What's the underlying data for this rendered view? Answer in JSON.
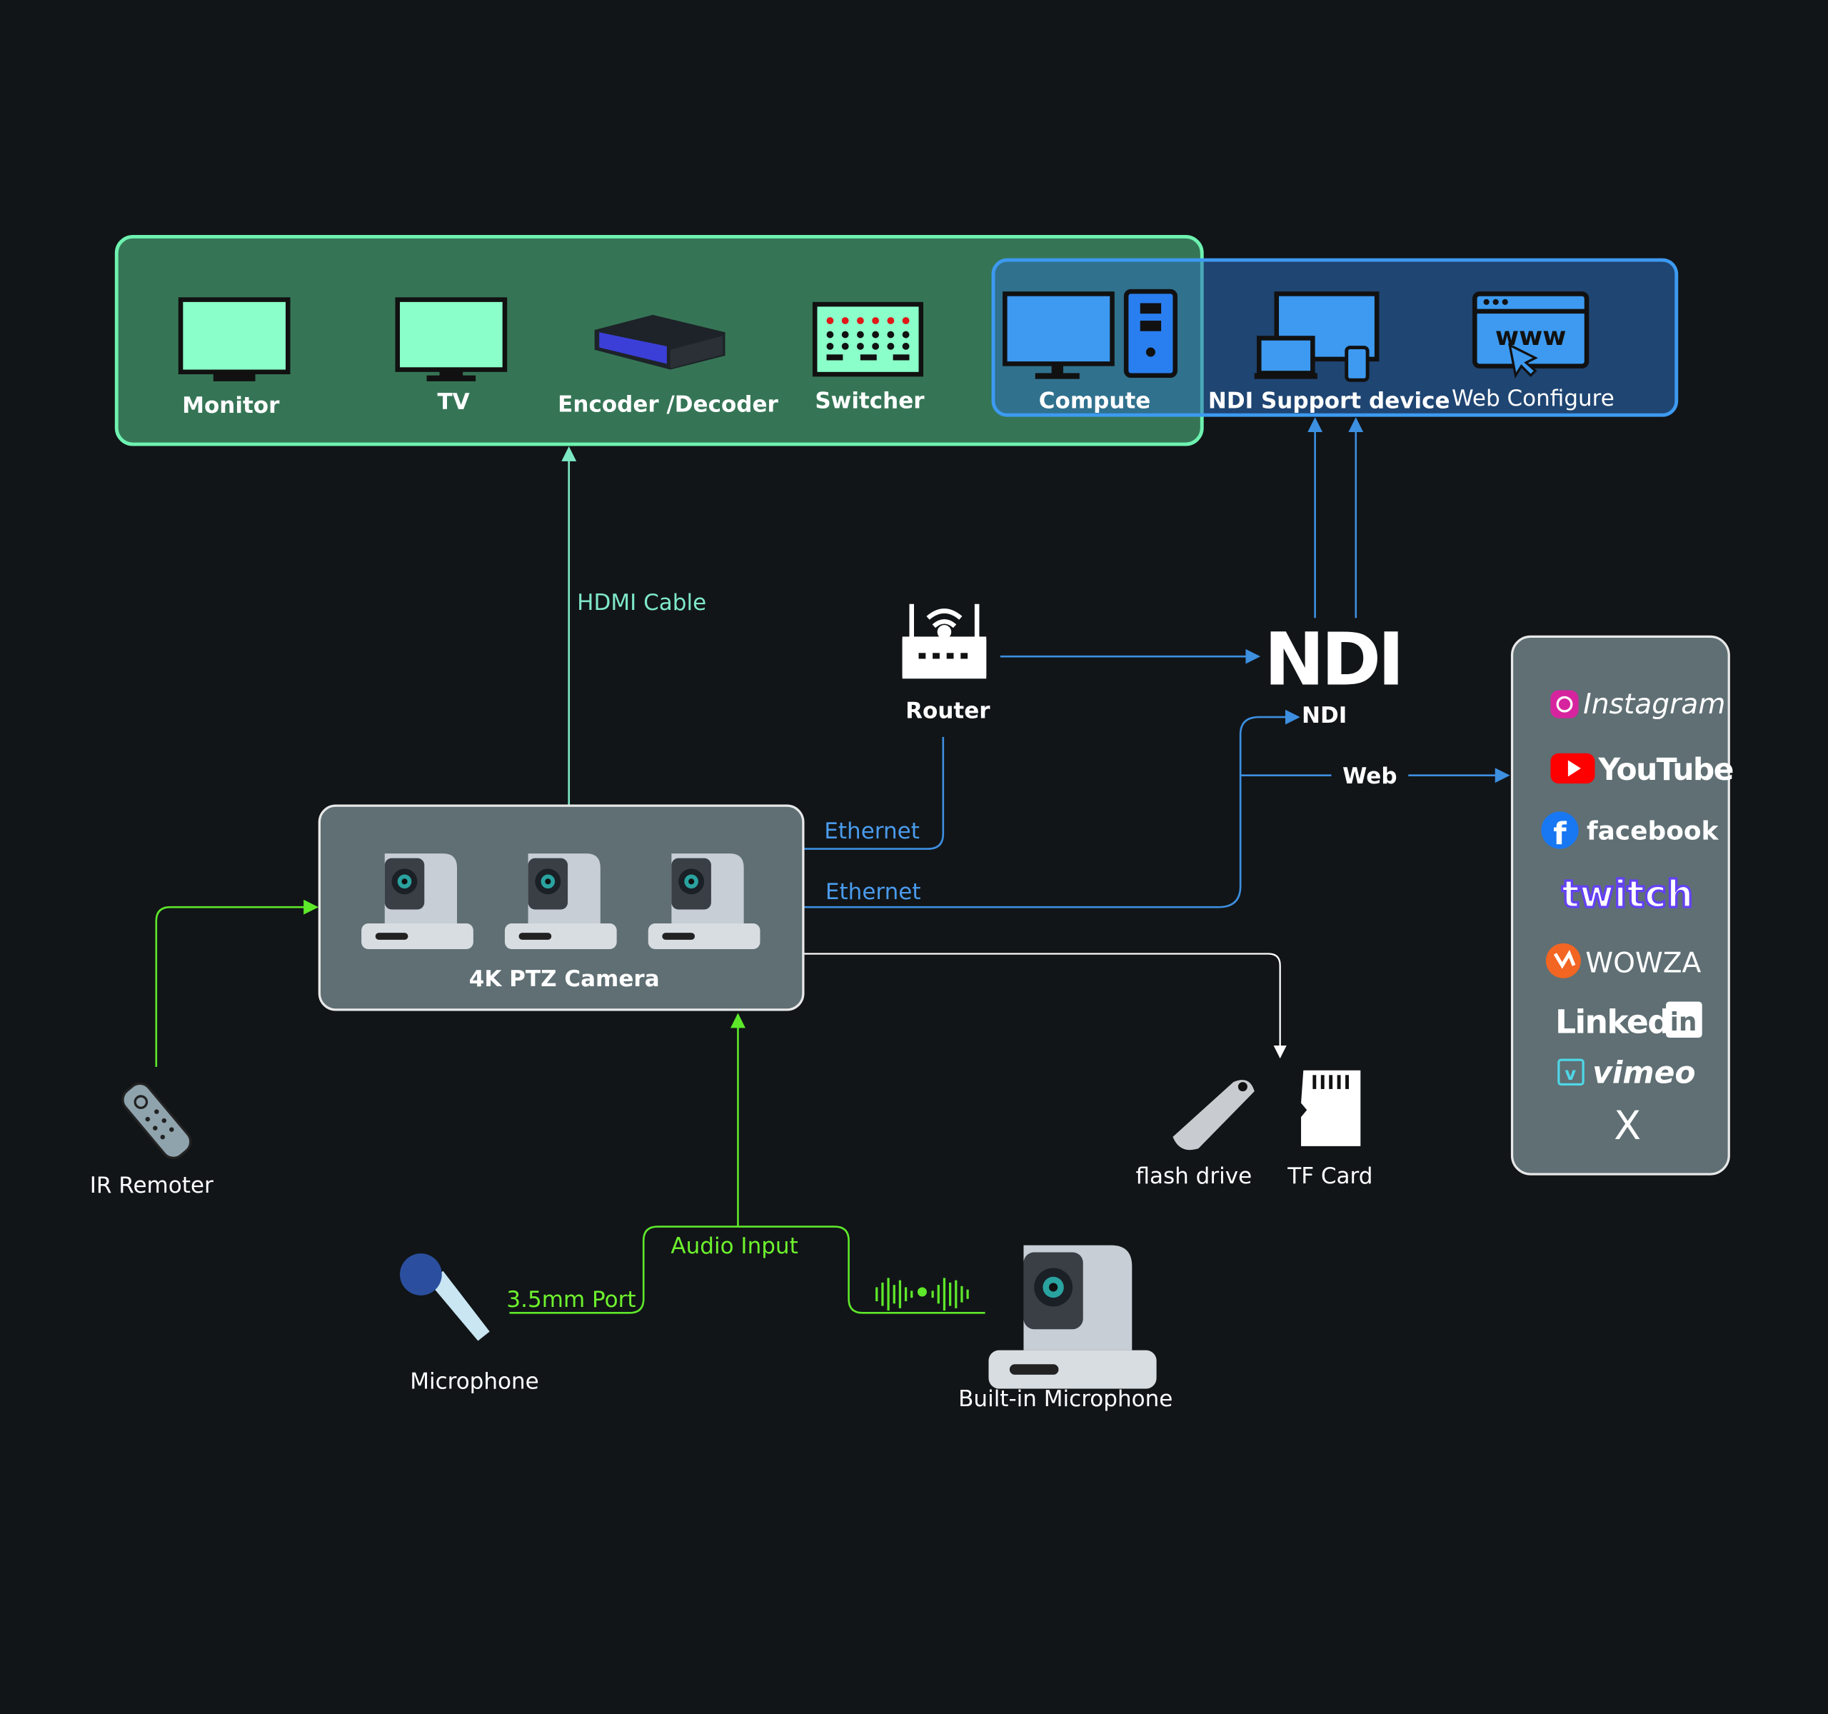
{
  "output_devices": {
    "monitor": "Monitor",
    "tv": "TV",
    "encoder": "Encoder /Decoder",
    "switcher": "Switcher",
    "compute": "Compute",
    "ndi_device": "NDI Support device",
    "web_configure": "Web Configure"
  },
  "connections": {
    "hdmi": "HDMI Cable",
    "ethernet_1": "Ethernet",
    "ethernet_2": "Ethernet",
    "ndi": "NDI",
    "web": "Web",
    "audio_input": "Audio Input",
    "port": "3.5mm Port"
  },
  "nodes": {
    "router": "Router",
    "ndi_logo": "NDI",
    "camera": "4K PTZ Camera",
    "ir_remote": "IR Remoter",
    "flash_drive": "flash drive",
    "tf_card": "TF Card",
    "microphone": "Microphone",
    "builtin_mic": "Built-in Microphone"
  },
  "platforms": [
    "Instagram",
    "YouTube",
    "facebook",
    "twitch",
    "WOWZA",
    "Linked",
    "vimeo",
    "X"
  ],
  "colors": {
    "background": "#111518",
    "green_box": "#357556",
    "green_border": "#6ef2b0",
    "blue_border": "#3d9af0",
    "ethernet": "#3d8fe0",
    "audio": "#5ee82a",
    "panel": "#5f6f74"
  }
}
